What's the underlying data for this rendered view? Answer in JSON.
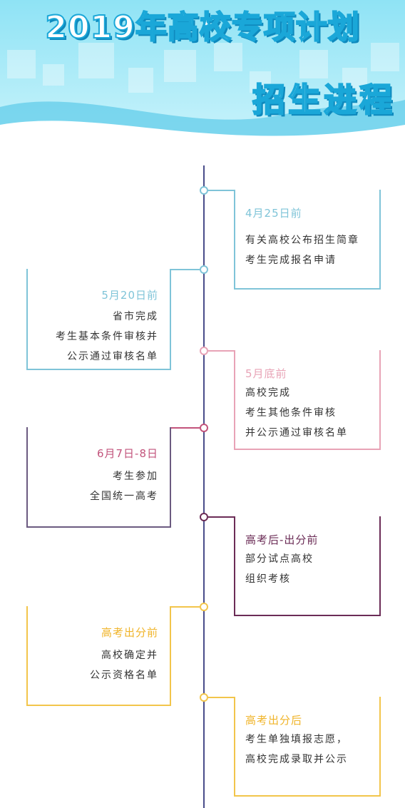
{
  "header": {
    "title_line1": "2019年高校专项计划",
    "title_line2": "招生进程"
  },
  "colors": {
    "axis": "#4a4d8a",
    "blue": "#7fc4d8",
    "pink": "#e8a3b6",
    "magenta": "#c2537b",
    "plum": "#6b2c56",
    "gold": "#f2c54b"
  },
  "timeline": [
    {
      "date": "4月25日前",
      "lines": [
        "有关高校公布招生简章",
        "考生完成报名申请"
      ]
    },
    {
      "date": "5月20日前",
      "lines": [
        "省市完成",
        "考生基本条件审核并",
        "公示通过审核名单"
      ]
    },
    {
      "date": "5月底前",
      "lines": [
        "高校完成",
        "考生其他条件审核",
        "并公示通过审核名单"
      ]
    },
    {
      "date": "6月7日-8日",
      "lines": [
        "考生参加",
        "全国统一高考"
      ]
    },
    {
      "date": "高考后-出分前",
      "lines": [
        "部分试点高校",
        "组织考核"
      ]
    },
    {
      "date": "高考出分前",
      "lines": [
        "高校确定并",
        "公示资格名单"
      ]
    },
    {
      "date": "高考出分后",
      "lines": [
        "考生单独填报志愿，",
        "高校完成录取并公示"
      ]
    }
  ]
}
